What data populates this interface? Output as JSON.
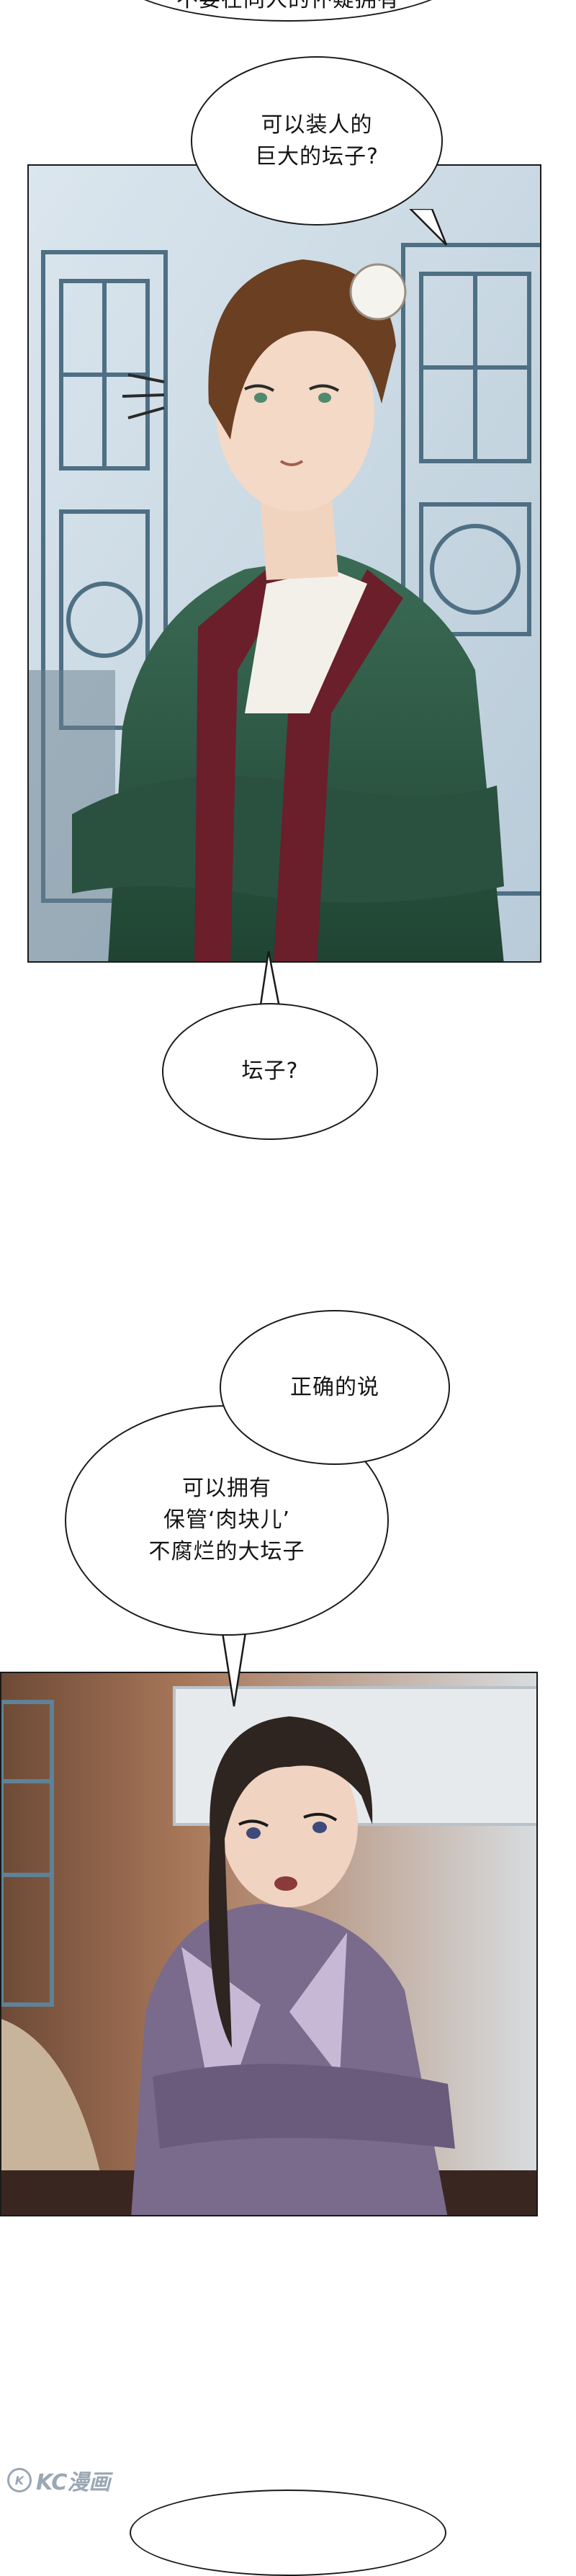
{
  "bubbles": {
    "top_cut": "不要在同人的怀疑拥有",
    "jar_question": "可以装人的\n巨大的坛子?",
    "jar_echo": "坛子?",
    "correction": "正确的说",
    "explanation": "可以拥有\n保管‘肉块儿’\n不腐烂的大坛子"
  },
  "watermark": {
    "logo": "K",
    "text": "KC漫画"
  },
  "colors": {
    "robe_green": "#2e5a45",
    "robe_red": "#6a1f2a",
    "robe_purple": "#7a6a8c",
    "hair_brown": "#6b3f22",
    "hair_dark": "#2e2420",
    "window_blue": "#8fb3c7"
  }
}
